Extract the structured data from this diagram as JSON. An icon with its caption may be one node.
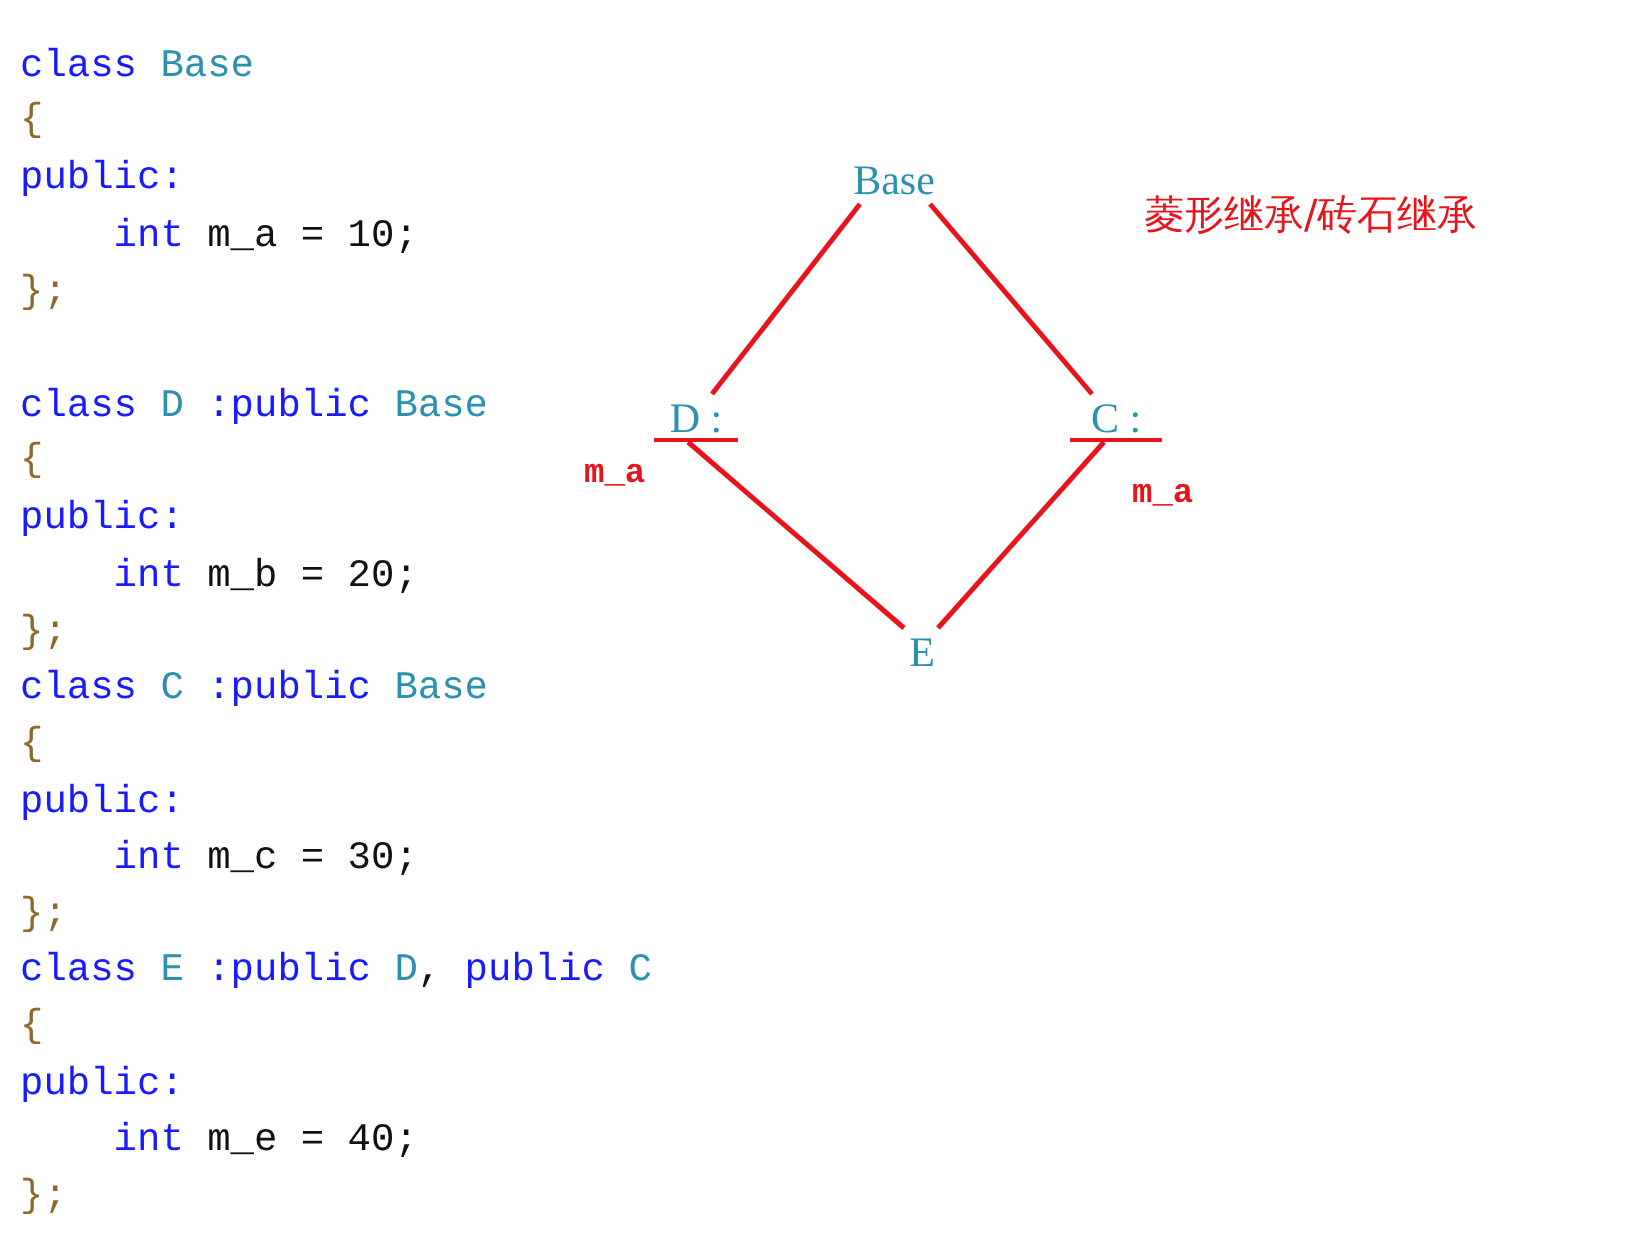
{
  "diagram": {
    "title": "菱形继承/砖石继承",
    "nodes": [
      {
        "text": [
          "Base"
        ]
      },
      {
        "text": [
          "D :"
        ],
        "beside": [
          "m_a"
        ]
      },
      {
        "text": [
          "C :"
        ],
        "beside": [
          "m_a"
        ]
      },
      {
        "text": [
          "E"
        ]
      }
    ],
    "edges": [
      {
        "from": 0,
        "to": 1,
        "arrow": "none"
      },
      {
        "from": 0,
        "to": 2,
        "arrow": "none"
      },
      {
        "from": 1,
        "to": 3,
        "arrow": "none"
      },
      {
        "from": 2,
        "to": 3,
        "arrow": "none"
      }
    ],
    "labels": [
      "class",
      "Base",
      "{",
      "public:",
      "int",
      "m_a = 10;",
      "};",
      "class",
      "D",
      ":public",
      "Base",
      "{",
      "public:",
      "int",
      "m_b = 20;",
      "};",
      "class",
      "C",
      ":public",
      "Base",
      "{",
      "public:",
      "int",
      "m_c = 30;",
      "};",
      "class",
      "E",
      ":public",
      "D",
      ",",
      "public",
      "C",
      "{",
      "public:",
      "int",
      "m_e = 40;",
      "};"
    ]
  }
}
